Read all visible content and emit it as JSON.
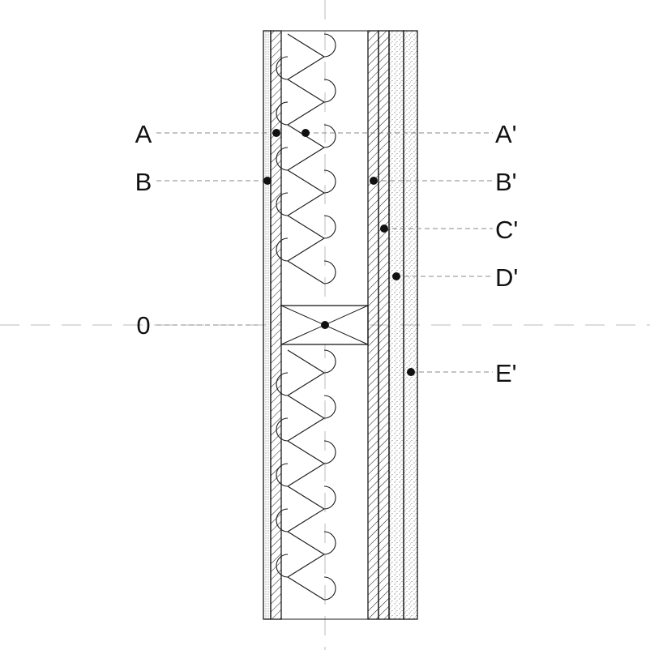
{
  "labels_left": {
    "a": "A",
    "b": "B",
    "zero": "0"
  },
  "labels_right": {
    "a_prime": "A'",
    "b_prime": "B'",
    "c_prime": "C'",
    "d_prime": "D'",
    "e_prime": "E'"
  },
  "colors": {
    "outline": "#1a1a1a",
    "leader": "#8a8a8a",
    "centerline": "#bbbbbb",
    "background": "#ffffff"
  }
}
